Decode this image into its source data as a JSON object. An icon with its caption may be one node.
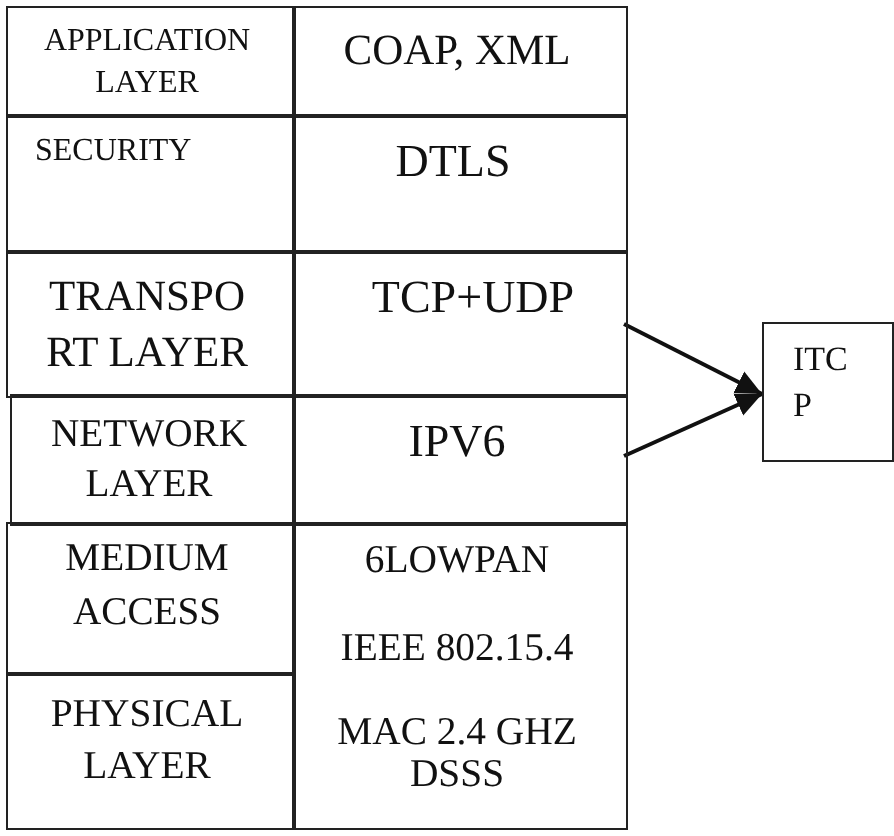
{
  "diagram": {
    "nodes": [
      {
        "text": [
          "APPLICATION LAYER"
        ]
      },
      {
        "text": [
          "COAP, XML"
        ]
      },
      {
        "text": [
          "SECURITY"
        ]
      },
      {
        "text": [
          "DTLS"
        ]
      },
      {
        "text": [
          "TRANSPO RT LAYER"
        ]
      },
      {
        "text": [
          "TCP+UDP"
        ]
      },
      {
        "text": [
          "NETWORK LAYER"
        ]
      },
      {
        "text": [
          "IPV6"
        ]
      },
      {
        "text": [
          "MEDIUM ACCESS"
        ]
      },
      {
        "text": [
          "6LOWPAN",
          "IEEE 802.15.4",
          "MAC 2.4 GHZ DSSS"
        ]
      },
      {
        "text": [
          "PHYSICAL LAYER"
        ]
      },
      {
        "text": [
          "ITC P"
        ]
      }
    ],
    "edges": [
      {
        "from": 5,
        "to": 11,
        "arrow": "to"
      },
      {
        "from": 7,
        "to": 11,
        "arrow": "to"
      }
    ]
  }
}
